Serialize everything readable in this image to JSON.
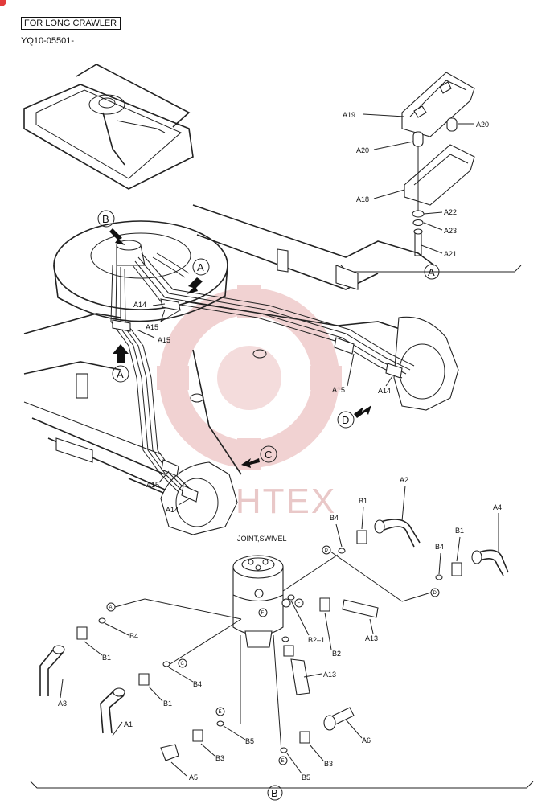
{
  "header": {
    "variant": "FOR LONG CRAWLER",
    "code": "YQ10-05501-"
  },
  "watermark": "MIHTEX",
  "views": {
    "A": "A",
    "B": "B",
    "C": "C",
    "D": "D",
    "E": "E",
    "F": "F"
  },
  "parts": {
    "A1": "A1",
    "A2": "A2",
    "A3": "A3",
    "A4": "A4",
    "A5": "A5",
    "A6": "A6",
    "A13": "A13",
    "A14": "A14",
    "A15": "A15",
    "A18": "A18",
    "A19": "A19",
    "A20": "A20",
    "A21": "A21",
    "A22": "A22",
    "A23": "A23",
    "B1": "B1",
    "B2": "B2",
    "B2_1": "B2–1",
    "B3": "B3",
    "B4": "B4",
    "B5": "B5"
  },
  "joint_label": "JOINT,SWIVEL",
  "colors": {
    "ink": "#222222",
    "watermark": "#e9c8c8"
  }
}
